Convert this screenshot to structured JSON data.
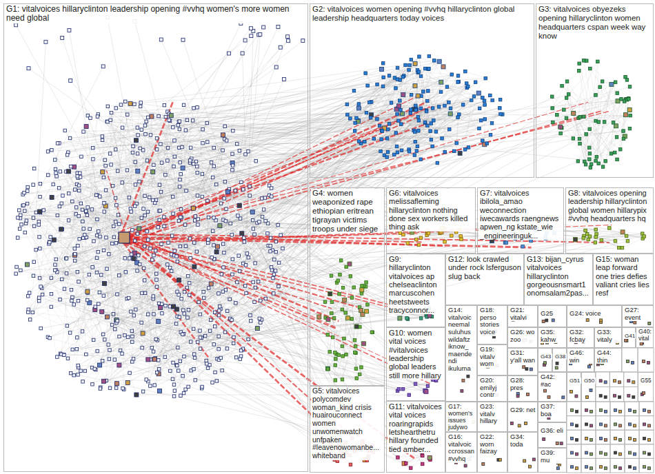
{
  "diagram": {
    "nodes": [
      {
        "text": [
          "G1: vitalvoices hillaryclinton leadership opening #vvhq women's more women need global"
        ]
      },
      {
        "text": [
          "G2: vitalvoices women opening #vvhq hillaryclinton global leadership headquarters today voices"
        ]
      },
      {
        "text": [
          "G3: vitalvoices obyezeks opening hillaryclinton women headquarters cspan week way know"
        ]
      },
      {
        "text": [
          "G4: women weaponized rape ethiopian eritrean tigrayan victims troops under siege"
        ]
      },
      {
        "text": [
          "G6: vitalvoices melissafleming hillaryclinton nothing done sex workers killed thing ask"
        ]
      },
      {
        "text": [
          "G7: vitalvoices ibilola_amao weconnection iwecawards raengnews apwen_ng kstate_wie _engineeringuk..."
        ]
      },
      {
        "text": [
          "G8: vitalvoices opening leadership hillaryclinton global women hillarypix #vvhq headquarters hq"
        ]
      },
      {
        "text": [
          "G9: hillaryclinton vitalvoices ap chelseaclinton marcuscohen heetstweets tracyconnor..."
        ]
      },
      {
        "text": [
          "G12: look crawled under rock lsferguson slug back"
        ]
      },
      {
        "text": [
          "G13: bijan_cyrus vitalvoices hillaryclinton gorgeousnsmart1 onomsalam2pas..."
        ]
      },
      {
        "text": [
          "G15: woman leap forward one tries defies valiant cries lies resf"
        ]
      },
      {
        "text": [
          "G14: vitalvoic neemal suluhus wildaftz iknow_ maende ndi ikuluma"
        ]
      },
      {
        "text": [
          "G18: perso stories voice"
        ]
      },
      {
        "text": [
          "G21: vitalvi"
        ]
      },
      {
        "text": [
          "G25"
        ]
      },
      {
        "text": [
          "G24: voice"
        ]
      },
      {
        "text": [
          "G27: event"
        ]
      },
      {
        "text": [
          "G26: wo zoo"
        ]
      },
      {
        "text": [
          "G35: kahw"
        ]
      },
      {
        "text": [
          "G32: fcbay"
        ]
      },
      {
        "text": [
          "G33: vitaly"
        ]
      },
      {
        "text": [
          "G41"
        ]
      },
      {
        "text": [
          "G40: vital"
        ]
      },
      {
        "text": [
          "G10: women vital voices #vitalvoices leadership global leaders still more hillary"
        ]
      },
      {
        "text": [
          "G19: vitalv wom"
        ]
      },
      {
        "text": [
          "G31: y'all wan"
        ]
      },
      {
        "text": [
          "G43"
        ]
      },
      {
        "text": [
          "G38"
        ]
      },
      {
        "text": [
          "G46: win"
        ]
      },
      {
        "text": [
          "G44: thin"
        ]
      },
      {
        "text": [
          "G20: emilyj contr"
        ]
      },
      {
        "text": [
          "G28: pres"
        ]
      },
      {
        "text": [
          "G42: #ac"
        ]
      },
      {
        "text": [
          "G51"
        ]
      },
      {
        "text": [
          "G50"
        ]
      },
      {
        "text": [
          "G55"
        ]
      },
      {
        "text": [
          "G5: vitalvoices polycomdev woman_kind crisis huairouconnect women unwomenwatch unfpaken #leavenowomanbe... whiteband"
        ]
      },
      {
        "text": [
          "G11: vitalvoices vital voices roaringrapids letshearthetru hillary founded tied amber..."
        ]
      },
      {
        "text": [
          "G17: women's issues judywo"
        ]
      },
      {
        "text": [
          "G23: vitalv hillary"
        ]
      },
      {
        "text": [
          "G29: net"
        ]
      },
      {
        "text": [
          "G37: boa"
        ]
      },
      {
        "text": [
          "G16: vitalvoic ccrossan #vvhq"
        ]
      },
      {
        "text": [
          "G22: worn faizay"
        ]
      },
      {
        "text": [
          "G34: toda"
        ]
      },
      {
        "text": [
          "G36: eli"
        ]
      },
      {
        "text": [
          "G39: mu"
        ]
      }
    ]
  }
}
